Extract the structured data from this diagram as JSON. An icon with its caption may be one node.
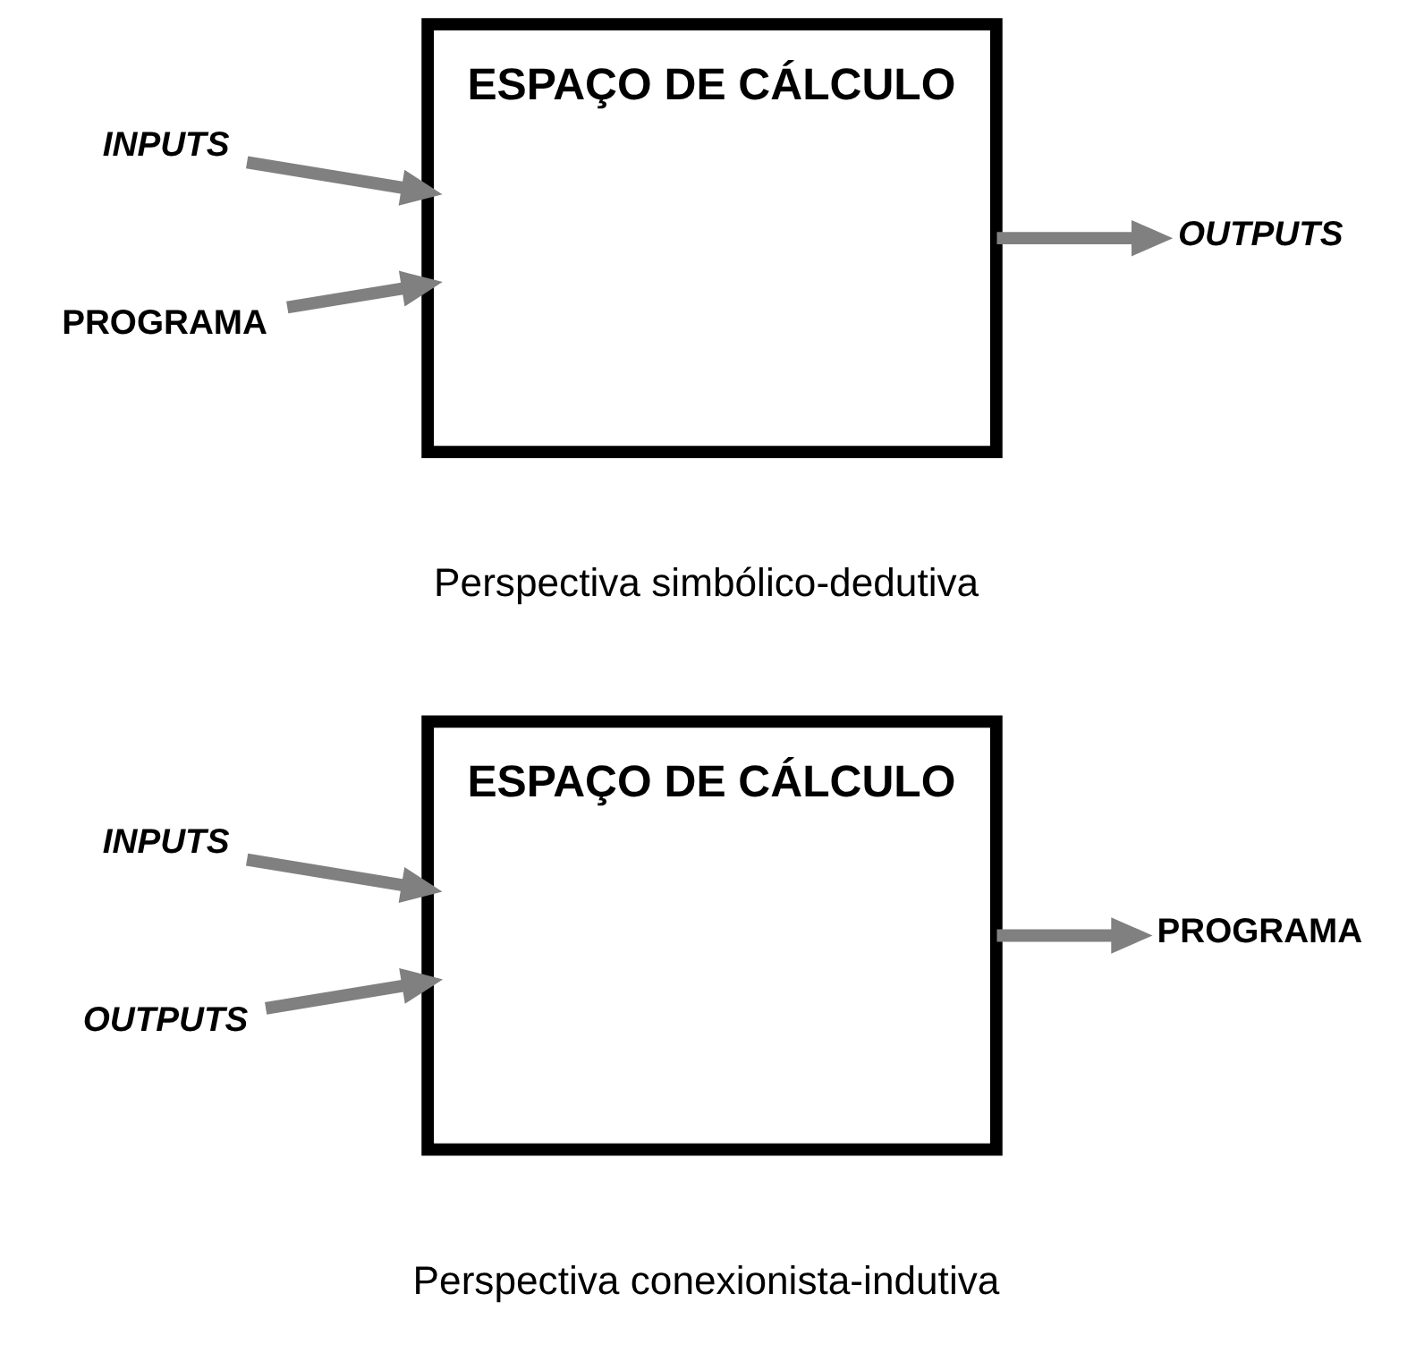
{
  "diagram": {
    "nodes": [
      {
        "text": [
          "ESPAÇO DE CÁLCULO"
        ],
        "beside": [
          "Perspectiva simbólico-dedutiva"
        ]
      },
      {
        "text": [
          "INPUTS"
        ]
      },
      {
        "text": [
          "PROGRAMA"
        ]
      },
      {
        "text": [
          "OUTPUTS"
        ]
      },
      {
        "text": [
          "ESPAÇO DE CÁLCULO"
        ],
        "beside": [
          "Perspectiva conexionista-indutiva"
        ]
      },
      {
        "text": [
          "INPUTS"
        ]
      },
      {
        "text": [
          "OUTPUTS"
        ]
      },
      {
        "text": [
          "PROGRAMA"
        ]
      }
    ],
    "edges": [
      {
        "from": 1,
        "to": 0,
        "arrow": "to"
      },
      {
        "from": 2,
        "to": 0,
        "arrow": "to"
      },
      {
        "from": 0,
        "to": 3,
        "arrow": "to"
      },
      {
        "from": 5,
        "to": 4,
        "arrow": "to"
      },
      {
        "from": 6,
        "to": 4,
        "arrow": "to"
      },
      {
        "from": 4,
        "to": 7,
        "arrow": "to"
      }
    ]
  }
}
